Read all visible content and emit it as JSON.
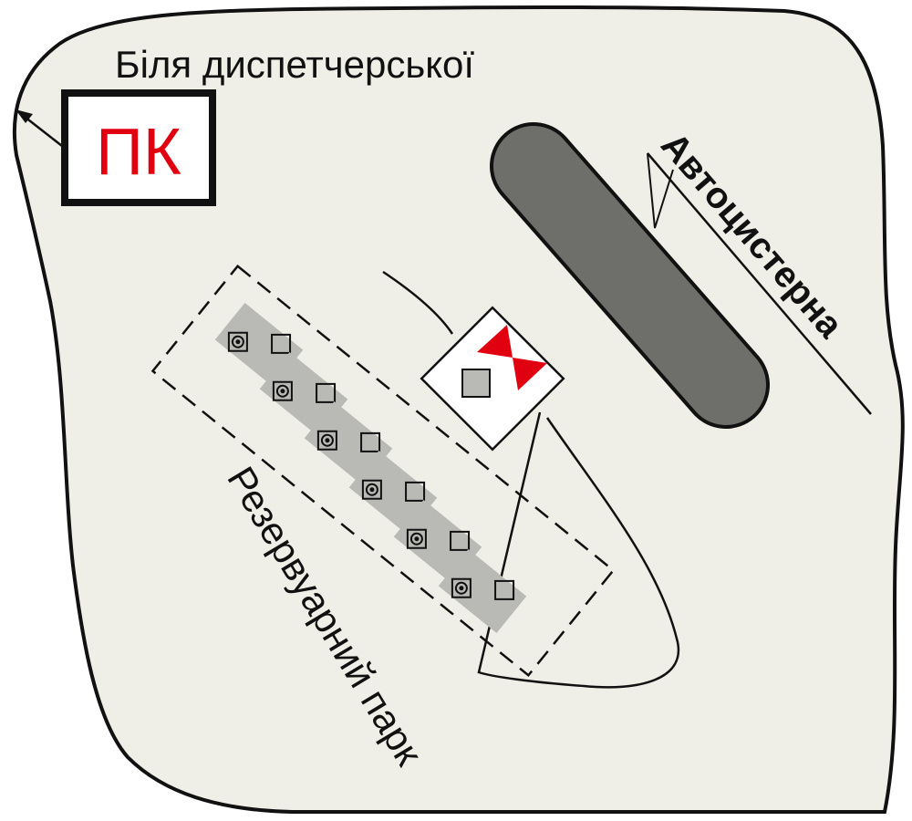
{
  "labels": {
    "dispatcher_note": "Біля диспетчерської",
    "pk_box": "ПК",
    "tanker": "Автоцистерна",
    "tank_farm": "Резервуарний парк"
  },
  "colors": {
    "ground_fill": "#efefe7",
    "outline": "#111111",
    "tanker_fill": "#6e6e6a",
    "tank_slot_fill": "#b9b9b5",
    "valve_red": "#e00010",
    "pk_text": "#e00010",
    "label_text": "#111111"
  },
  "icons": {
    "leader_arrow": "arrow-up-left-icon",
    "valve": "bowtie-valve-icon",
    "tank_symbol": "circle-in-square-icon",
    "hatch_symbol": "square-icon"
  }
}
